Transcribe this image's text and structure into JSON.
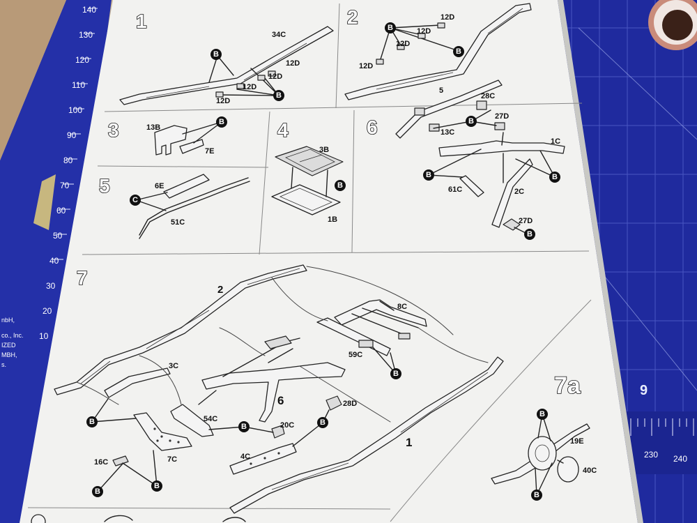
{
  "rulers": {
    "left_ruler_numbers": [
      "140",
      "130",
      "120",
      "110",
      "100",
      "90",
      "80",
      "70",
      "60",
      "50",
      "40",
      "30",
      "20",
      "10"
    ],
    "mat_corner_digit": "9",
    "mat_scale_numbers": [
      "230",
      "240"
    ],
    "mat_edge_text": [
      "nbH,",
      "co., Inc.",
      "IZED",
      "MBH,",
      "s."
    ]
  },
  "steps": {
    "s1": {
      "number": "1",
      "parts": [
        "34C",
        "12D",
        "12D",
        "12D",
        "12D"
      ],
      "bubble": "B"
    },
    "s2": {
      "number": "2",
      "parts": [
        "12D",
        "12D",
        "12D",
        "12D"
      ],
      "bubble": "B"
    },
    "s3": {
      "number": "3",
      "parts": [
        "13B",
        "7E"
      ],
      "bubble": "B"
    },
    "s4": {
      "number": "4",
      "parts": [
        "3B",
        "1B"
      ],
      "bubble": "B"
    },
    "s5": {
      "number": "5",
      "parts": [
        "6E",
        "51C"
      ],
      "bubble": "C"
    },
    "s6": {
      "number": "6",
      "parts": [
        "5",
        "28C",
        "27D",
        "13C",
        "1C",
        "61C",
        "2C",
        "27D"
      ],
      "bubble": "B"
    },
    "s7": {
      "number": "7",
      "parts": [
        "2",
        "3C",
        "8C",
        "59C",
        "6",
        "54C",
        "20C",
        "28D",
        "4C",
        "16C",
        "7C",
        "1"
      ],
      "bubble": "B"
    },
    "s7a": {
      "number": "7a",
      "parts": [
        "19E",
        "40C"
      ],
      "bubble": "B"
    }
  }
}
